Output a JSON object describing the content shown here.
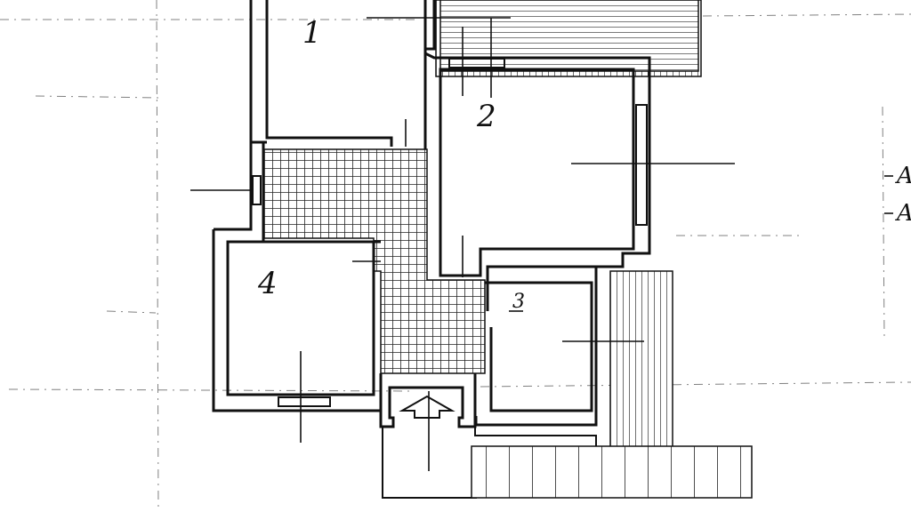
{
  "plan": {
    "rooms": [
      {
        "id": "room-1",
        "label": "1"
      },
      {
        "id": "room-2",
        "label": "2"
      },
      {
        "id": "room-3",
        "label": "3"
      },
      {
        "id": "room-4",
        "label": "4"
      }
    ],
    "section_markers": [
      "A",
      "A"
    ]
  }
}
